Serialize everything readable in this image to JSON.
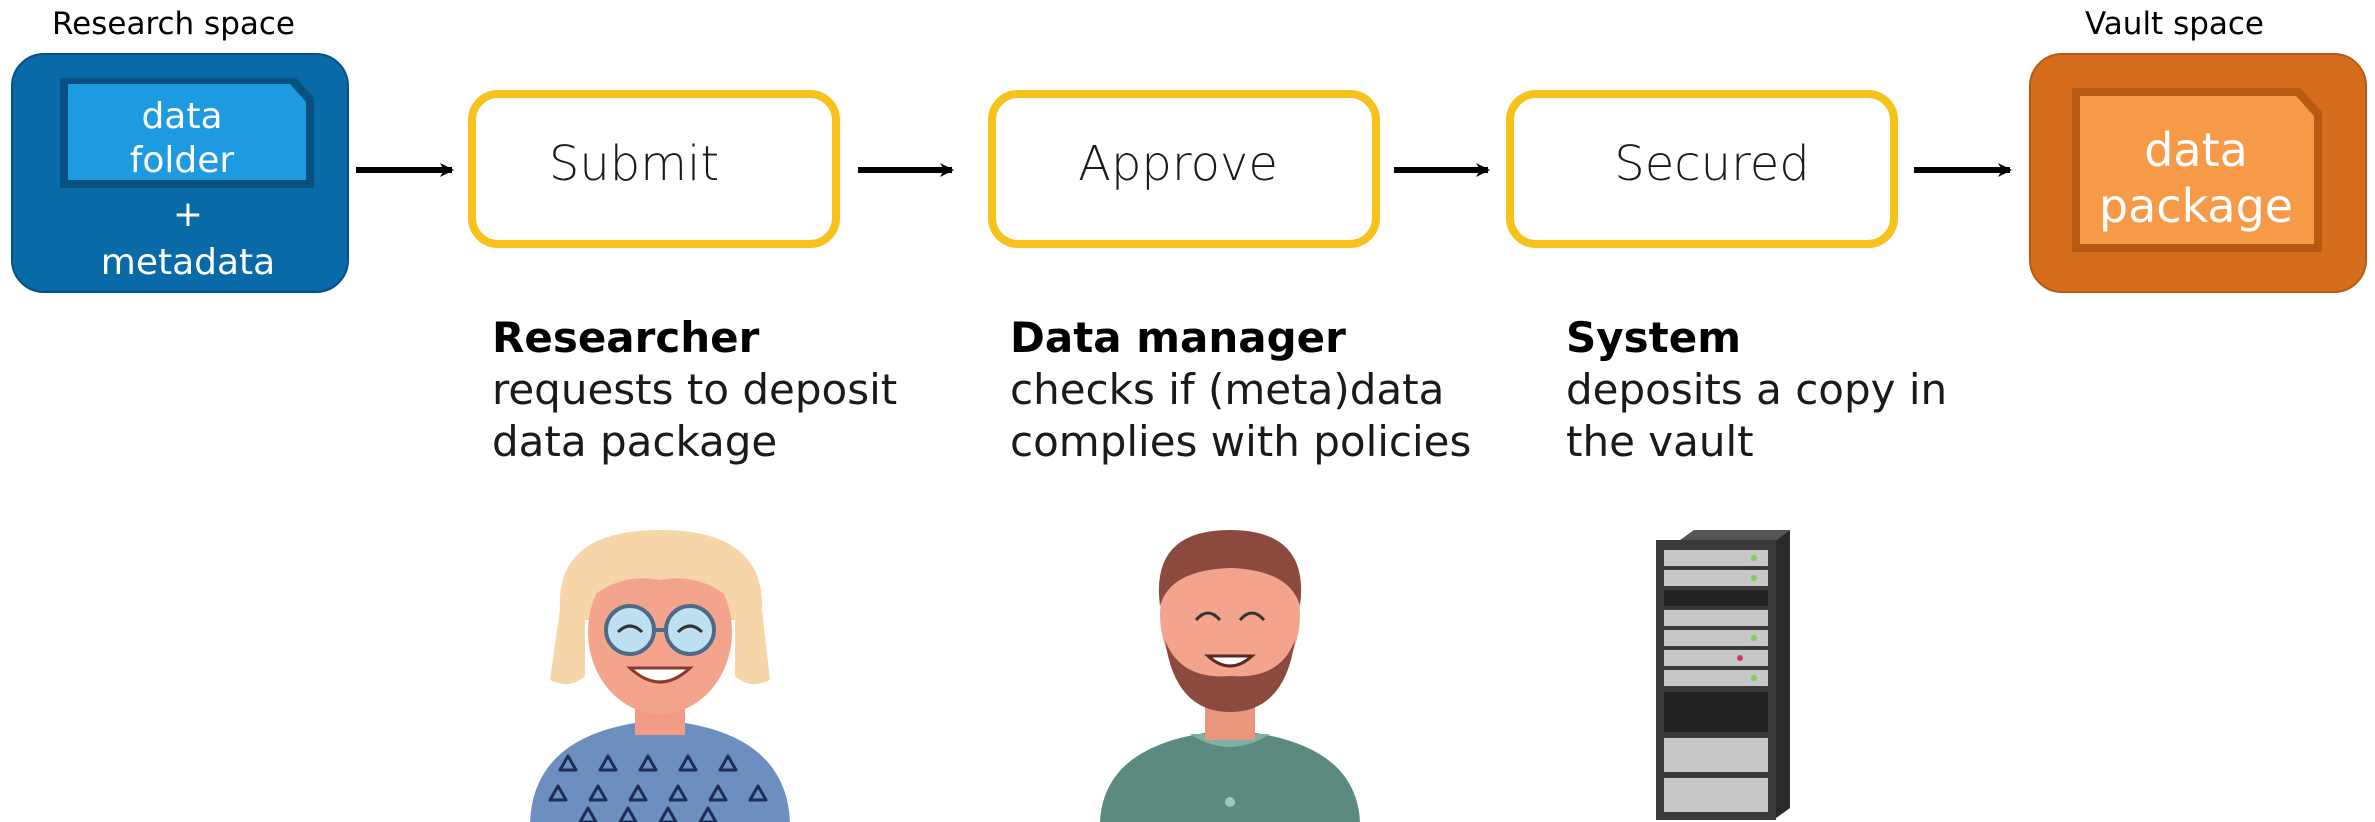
{
  "diagram": {
    "research_space_label": "Research space",
    "vault_space_label": "Vault space",
    "source": {
      "folder_line1": "data",
      "folder_line2": "folder",
      "plus": "+",
      "metadata": "metadata"
    },
    "target": {
      "line1": "data",
      "line2": "package"
    },
    "steps": [
      {
        "label": "Submit"
      },
      {
        "label": "Approve"
      },
      {
        "label": "Secured"
      }
    ],
    "roles": [
      {
        "title": "Researcher",
        "desc_line1": "requests to deposit",
        "desc_line2": "data package"
      },
      {
        "title": "Data manager",
        "desc_line1": "checks if (meta)data",
        "desc_line2": "complies with policies"
      },
      {
        "title": "System",
        "desc_line1": "deposits a copy in",
        "desc_line2": "the vault"
      }
    ],
    "colors": {
      "research_box": "#0a6aa8",
      "folder_fill": "#1e9ae0",
      "vault_box": "#d66d1c",
      "package_fill": "#f79a48",
      "step_border": "#f6c21b",
      "arrow": "#000000"
    }
  }
}
